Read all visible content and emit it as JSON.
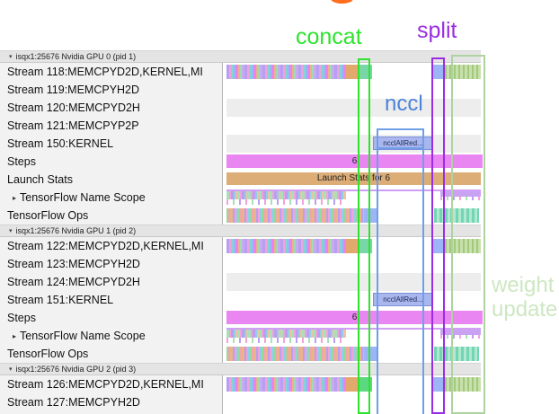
{
  "annotations": {
    "concat": {
      "label": "concat",
      "color": "#2de32d"
    },
    "split": {
      "label": "split",
      "color": "#9a2ee2"
    },
    "nccl": {
      "label": "nccl",
      "color": "#4c83d9"
    },
    "weight_update": {
      "line1": "weight",
      "line2": "update",
      "color": "#cde7c1"
    }
  },
  "icons": {
    "expanded": "▾",
    "collapsed": "▸"
  },
  "bars": {
    "steps_value": "6",
    "launch_stats_label": "Launch Stats for 6",
    "nccl_bar_label": "ncclAllRed...",
    "steps_color": "#e986f2",
    "launch_stats_color": "#dcad77",
    "nccl_bar_color": "#aab7ef"
  },
  "rows": [
    {
      "label": "isqx1:25676 Nvidia GPU 0 (pid 1)",
      "type": "header"
    },
    {
      "label": "Stream 118:MEMCPYD2D,KERNEL,MI",
      "type": "stream"
    },
    {
      "label": "Stream 119:MEMCPYH2D",
      "type": "stream"
    },
    {
      "label": "Stream 120:MEMCPYD2H",
      "type": "stream"
    },
    {
      "label": "Stream 121:MEMCPYP2P",
      "type": "stream"
    },
    {
      "label": "Stream 150:KERNEL",
      "type": "stream"
    },
    {
      "label": "Steps",
      "type": "track"
    },
    {
      "label": "Launch Stats",
      "type": "track"
    },
    {
      "label": "TensorFlow Name Scope",
      "type": "track-collapsible"
    },
    {
      "label": "TensorFlow Ops",
      "type": "track"
    },
    {
      "label": "isqx1:25676 Nvidia GPU 1 (pid 2)",
      "type": "header"
    },
    {
      "label": "Stream 122:MEMCPYD2D,KERNEL,MI",
      "type": "stream"
    },
    {
      "label": "Stream 123:MEMCPYH2D",
      "type": "stream"
    },
    {
      "label": "Stream 124:MEMCPYD2H",
      "type": "stream"
    },
    {
      "label": "Stream 151:KERNEL",
      "type": "stream"
    },
    {
      "label": "Steps",
      "type": "track"
    },
    {
      "label": "TensorFlow Name Scope",
      "type": "track-collapsible"
    },
    {
      "label": "TensorFlow Ops",
      "type": "track"
    },
    {
      "label": "isqx1:25676 Nvidia GPU 2 (pid 3)",
      "type": "header"
    },
    {
      "label": "Stream 126:MEMCPYD2D,KERNEL,MI",
      "type": "stream"
    },
    {
      "label": "Stream 127:MEMCPYH2D",
      "type": "stream"
    }
  ]
}
